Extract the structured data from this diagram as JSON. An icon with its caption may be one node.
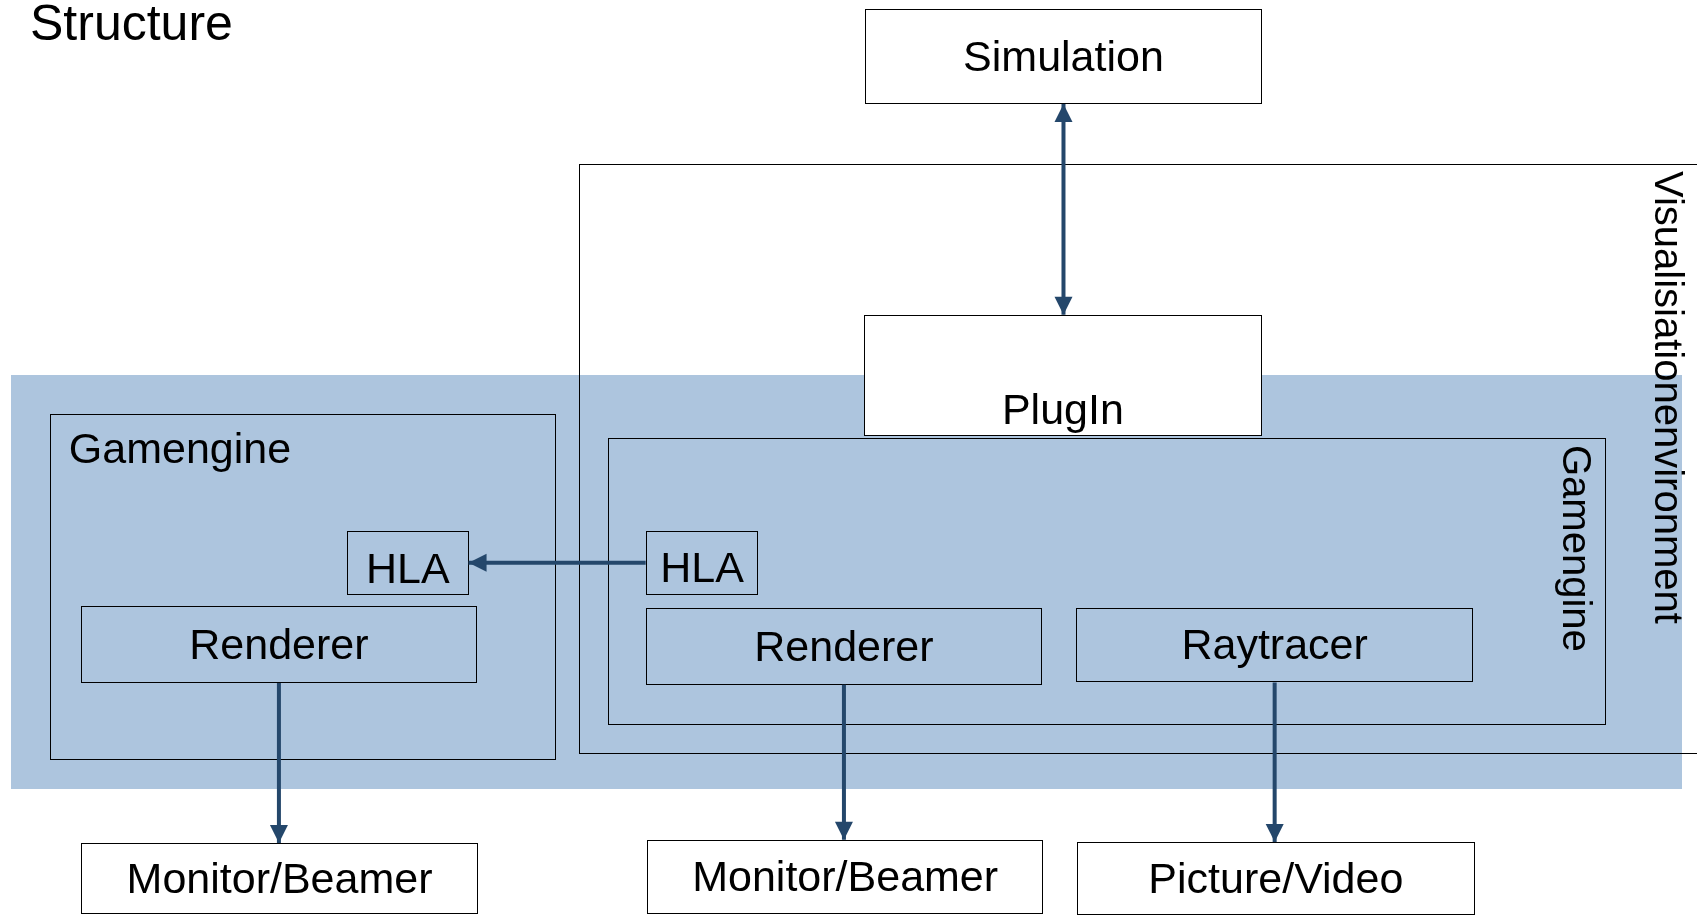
{
  "diagram": {
    "title": "Structure",
    "nodes": [
      {
        "text": [
          "Simulation"
        ]
      },
      {
        "text": [
          "Visualisiationenvironment"
        ]
      },
      {
        "text": [
          "PlugIn"
        ],
        "in": 1
      },
      {
        "text": [
          "Gamengine"
        ],
        "in": 1
      },
      {
        "text": [
          "HLA"
        ],
        "in": 3
      },
      {
        "text": [
          "Renderer"
        ],
        "in": 3
      },
      {
        "text": [
          "Raytracer"
        ],
        "in": 3
      },
      {
        "text": [
          "Gamengine"
        ]
      },
      {
        "text": [
          "HLA"
        ],
        "in": 7
      },
      {
        "text": [
          "Renderer"
        ],
        "in": 7
      },
      {
        "text": [
          "Monitor/Beamer"
        ]
      },
      {
        "text": [
          "Monitor/Beamer"
        ]
      },
      {
        "text": [
          "Picture/Video"
        ]
      }
    ],
    "edges": [
      {
        "from": 0,
        "to": 2,
        "arrow": "both"
      },
      {
        "from": 4,
        "to": 8,
        "arrow": "to"
      },
      {
        "from": 9,
        "to": 10,
        "arrow": "to"
      },
      {
        "from": 5,
        "to": 11,
        "arrow": "to"
      },
      {
        "from": 6,
        "to": 12,
        "arrow": "to"
      }
    ]
  }
}
